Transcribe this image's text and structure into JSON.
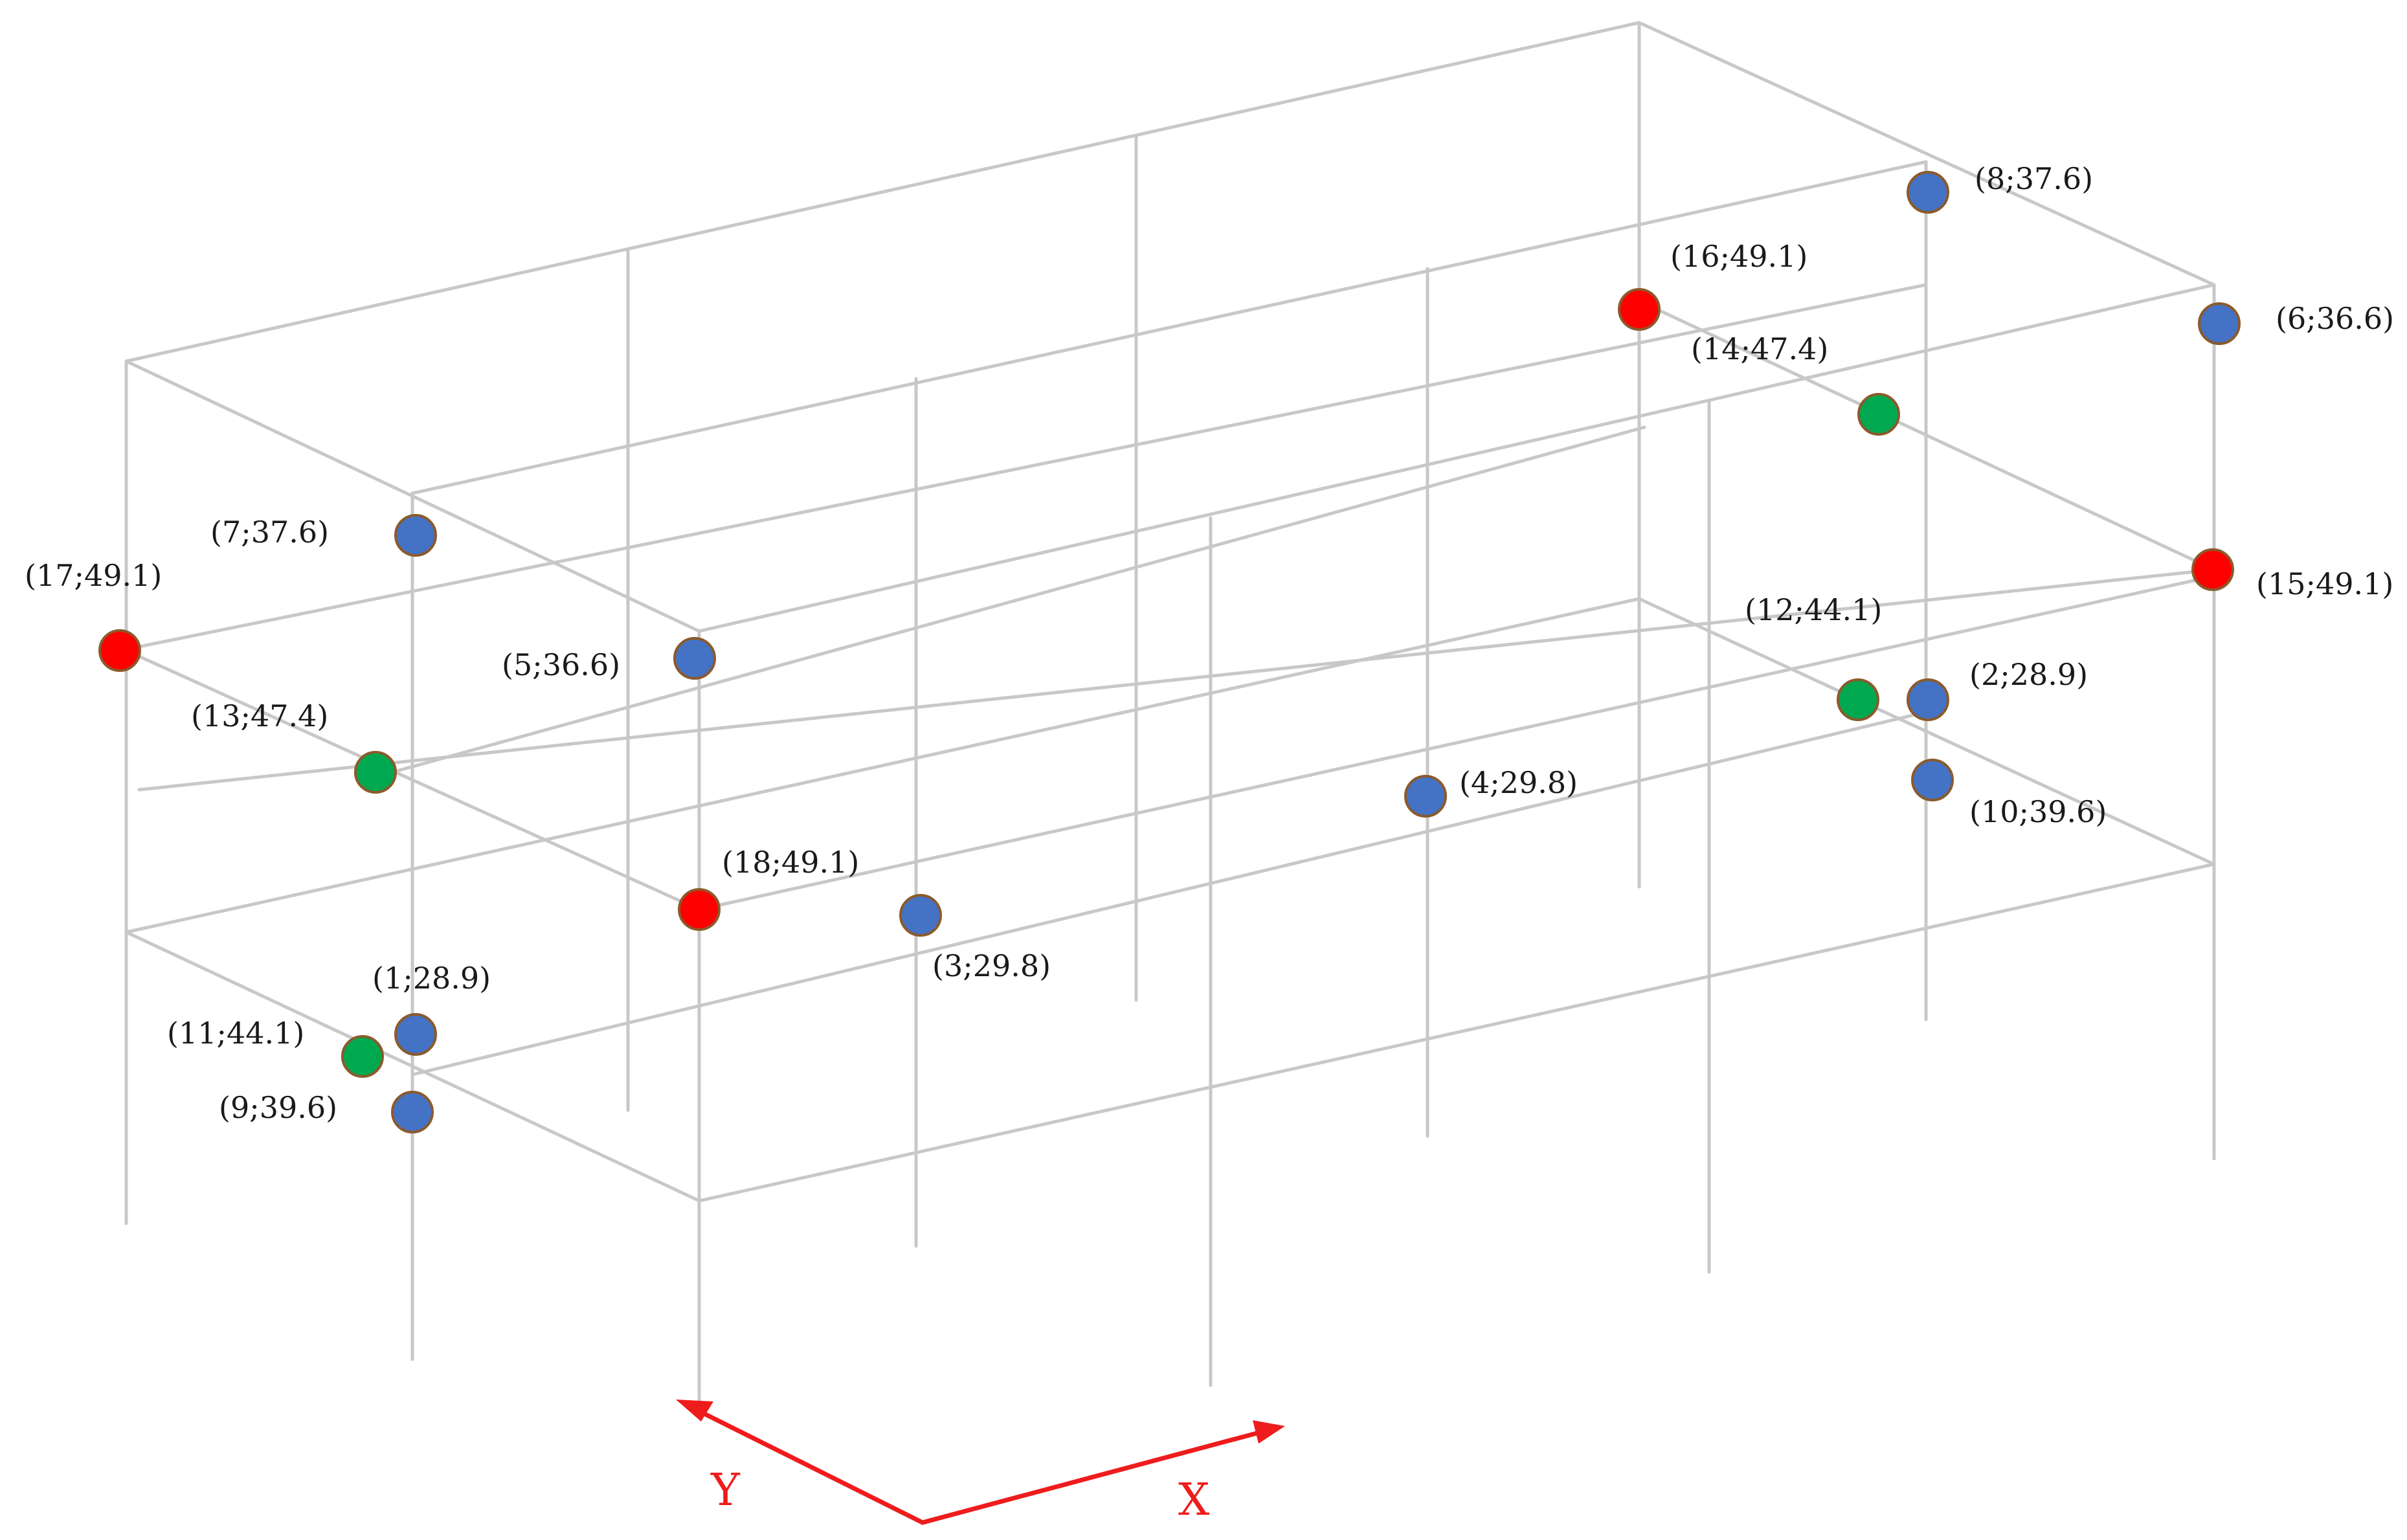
{
  "colors": {
    "frame": "#c8c8c8",
    "blue": "#4472c4",
    "green": "#00a84f",
    "red": "#ff0000",
    "node_outline": "#8b5a2b",
    "axis": "#ee1c1c",
    "label_text": "#1a1a1a"
  },
  "axes": {
    "x_label": "X",
    "y_label": "Y"
  },
  "nodes": [
    {
      "id": "1",
      "label": "(1;28.9)",
      "color": "blue"
    },
    {
      "id": "2",
      "label": "(2;28.9)",
      "color": "blue"
    },
    {
      "id": "3",
      "label": "(3;29.8)",
      "color": "blue"
    },
    {
      "id": "4",
      "label": "(4;29.8)",
      "color": "blue"
    },
    {
      "id": "5",
      "label": "(5;36.6)",
      "color": "blue"
    },
    {
      "id": "6",
      "label": "(6;36.6)",
      "color": "blue"
    },
    {
      "id": "7",
      "label": "(7;37.6)",
      "color": "blue"
    },
    {
      "id": "8",
      "label": "(8;37.6)",
      "color": "blue"
    },
    {
      "id": "9",
      "label": "(9;39.6)",
      "color": "blue"
    },
    {
      "id": "10",
      "label": "(10;39.6)",
      "color": "blue"
    },
    {
      "id": "11",
      "label": "(11;44.1)",
      "color": "green"
    },
    {
      "id": "12",
      "label": "(12;44.1)",
      "color": "green"
    },
    {
      "id": "13",
      "label": "(13;47.4)",
      "color": "green"
    },
    {
      "id": "14",
      "label": "(14;47.4)",
      "color": "green"
    },
    {
      "id": "15",
      "label": "(15;49.1)",
      "color": "red"
    },
    {
      "id": "16",
      "label": "(16;49.1)",
      "color": "red"
    },
    {
      "id": "17",
      "label": "(17;49.1)",
      "color": "red"
    },
    {
      "id": "18",
      "label": "(18;49.1)",
      "color": "red"
    }
  ]
}
